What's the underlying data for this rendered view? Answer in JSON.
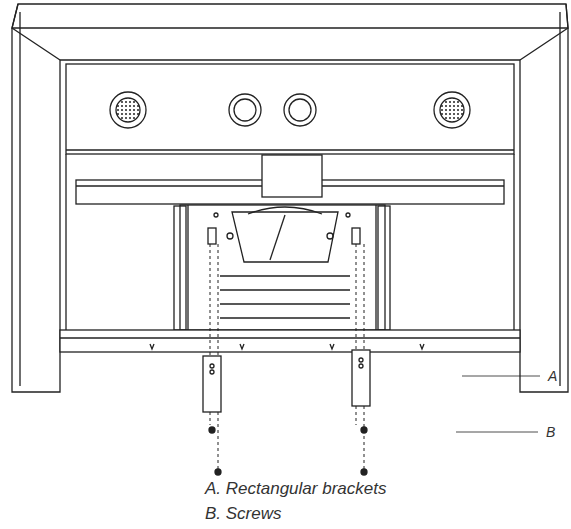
{
  "diagram": {
    "labels": [
      "A",
      "B",
      "A. Rectangular brackets",
      "B. Screws"
    ]
  }
}
